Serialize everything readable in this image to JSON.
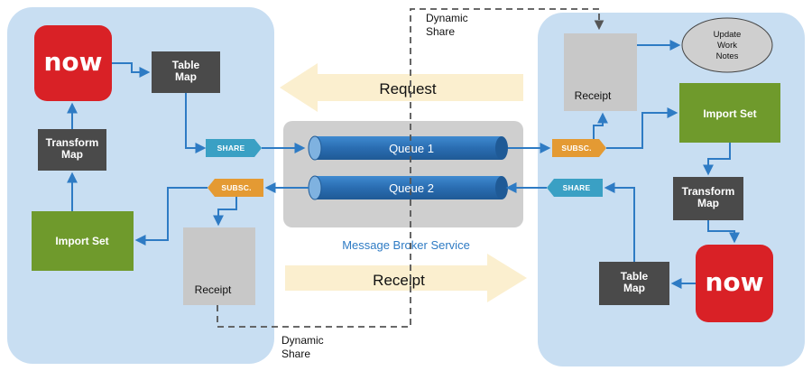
{
  "left": {
    "logo_text": "now",
    "table_map": [
      "Table",
      "Map"
    ],
    "transform_map": [
      "Transform",
      "Map"
    ],
    "import_set": "Import Set",
    "share_tag": "SHARE",
    "subsc_tag": "SUBSC.",
    "receipt": "Receipt"
  },
  "middle": {
    "request": "Request",
    "receipt": "Receipt",
    "queue1": "Queue 1",
    "queue2": "Queue 2",
    "broker": "Message Broker Service",
    "dynamic_share_top": [
      "Dynamic",
      "Share"
    ],
    "dynamic_share_bottom": [
      "Dynamic",
      "Share"
    ]
  },
  "right": {
    "receipt": "Receipt",
    "update_notes": [
      "Update",
      "Work",
      "Notes"
    ],
    "import_set": "Import Set",
    "subsc_tag": "SUBSC.",
    "share_tag": "SHARE",
    "transform_map": [
      "Transform",
      "Map"
    ],
    "table_map": [
      "Table",
      "Map"
    ],
    "logo_text": "now"
  },
  "colors": {
    "panel": "#c8def2",
    "logo_red": "#d92126",
    "dark_box": "#4a4a4a",
    "green": "#6f9a2c",
    "receipt_gray": "#c8c8c8",
    "queue_blue": "#2b72b8",
    "tag_orange": "#e49a33",
    "tag_teal": "#3aa0c4",
    "arrow_cream": "#fbefcf",
    "broker_gray": "#cfcfcf"
  }
}
